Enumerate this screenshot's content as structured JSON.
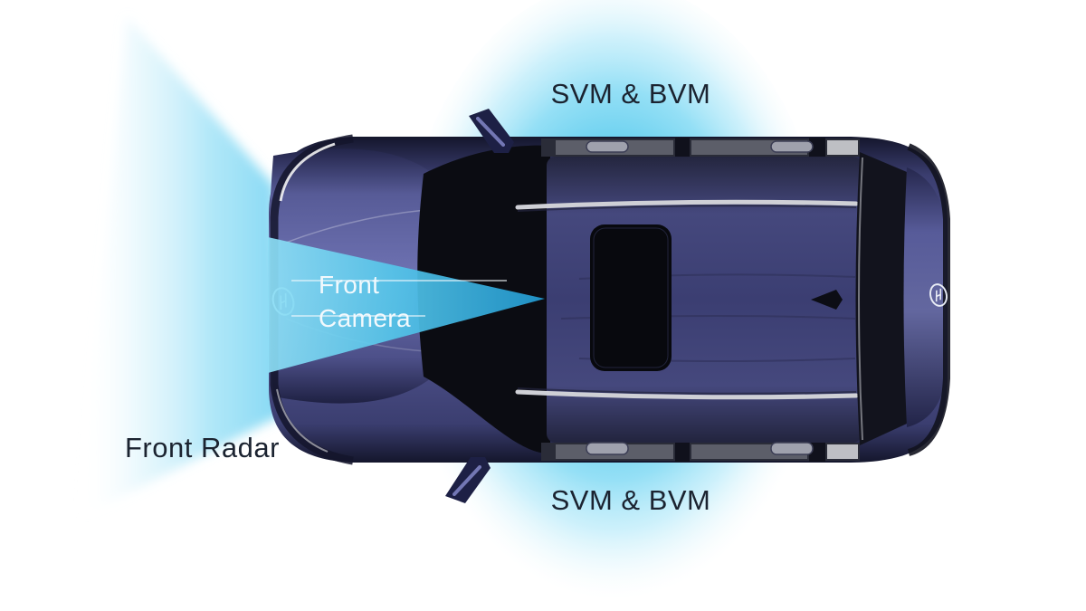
{
  "diagram": {
    "type": "vehicle-sensor-coverage-top-view",
    "vehicle": "SUV top view",
    "zones": [
      {
        "id": "svm-bvm-top",
        "label": "SVM & BVM"
      },
      {
        "id": "svm-bvm-bottom",
        "label": "SVM & BVM"
      },
      {
        "id": "front-camera",
        "label_line1": "Front",
        "label_line2": "Camera"
      },
      {
        "id": "front-radar",
        "label": "Front Radar"
      }
    ],
    "colors": {
      "background": "#ffffff",
      "svm_zone": "#5ac8ec",
      "camera_cone_start": "#8edff6",
      "camera_cone_end": "#219bd3",
      "radar_cone": "#7dd6f3",
      "zone_label_dark": "#1b2330",
      "camera_label_light": "#f2f9fd",
      "car_body_dark": "#23254d",
      "car_panel_purple": "#6e72b2"
    }
  }
}
